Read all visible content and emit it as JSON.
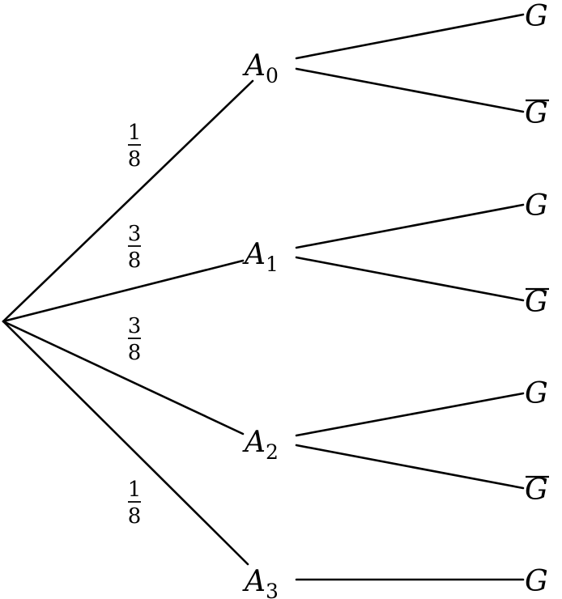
{
  "tree": {
    "root_edges": [
      {
        "to": "A0",
        "label": {
          "num": "1",
          "den": "8"
        }
      },
      {
        "to": "A1",
        "label": {
          "num": "3",
          "den": "8"
        }
      },
      {
        "to": "A2",
        "label": {
          "num": "3",
          "den": "8"
        }
      },
      {
        "to": "A3",
        "label": {
          "num": "1",
          "den": "8"
        }
      }
    ],
    "nodes": [
      {
        "id": "A0",
        "letter": "A",
        "sub": "0",
        "leaves": [
          {
            "letter": "G",
            "complement": false
          },
          {
            "letter": "G",
            "complement": true
          }
        ]
      },
      {
        "id": "A1",
        "letter": "A",
        "sub": "1",
        "leaves": [
          {
            "letter": "G",
            "complement": false
          },
          {
            "letter": "G",
            "complement": true
          }
        ]
      },
      {
        "id": "A2",
        "letter": "A",
        "sub": "2",
        "leaves": [
          {
            "letter": "G",
            "complement": false
          },
          {
            "letter": "G",
            "complement": true
          }
        ]
      },
      {
        "id": "A3",
        "letter": "A",
        "sub": "3",
        "leaves": [
          {
            "letter": "G",
            "complement": false
          }
        ]
      }
    ]
  }
}
